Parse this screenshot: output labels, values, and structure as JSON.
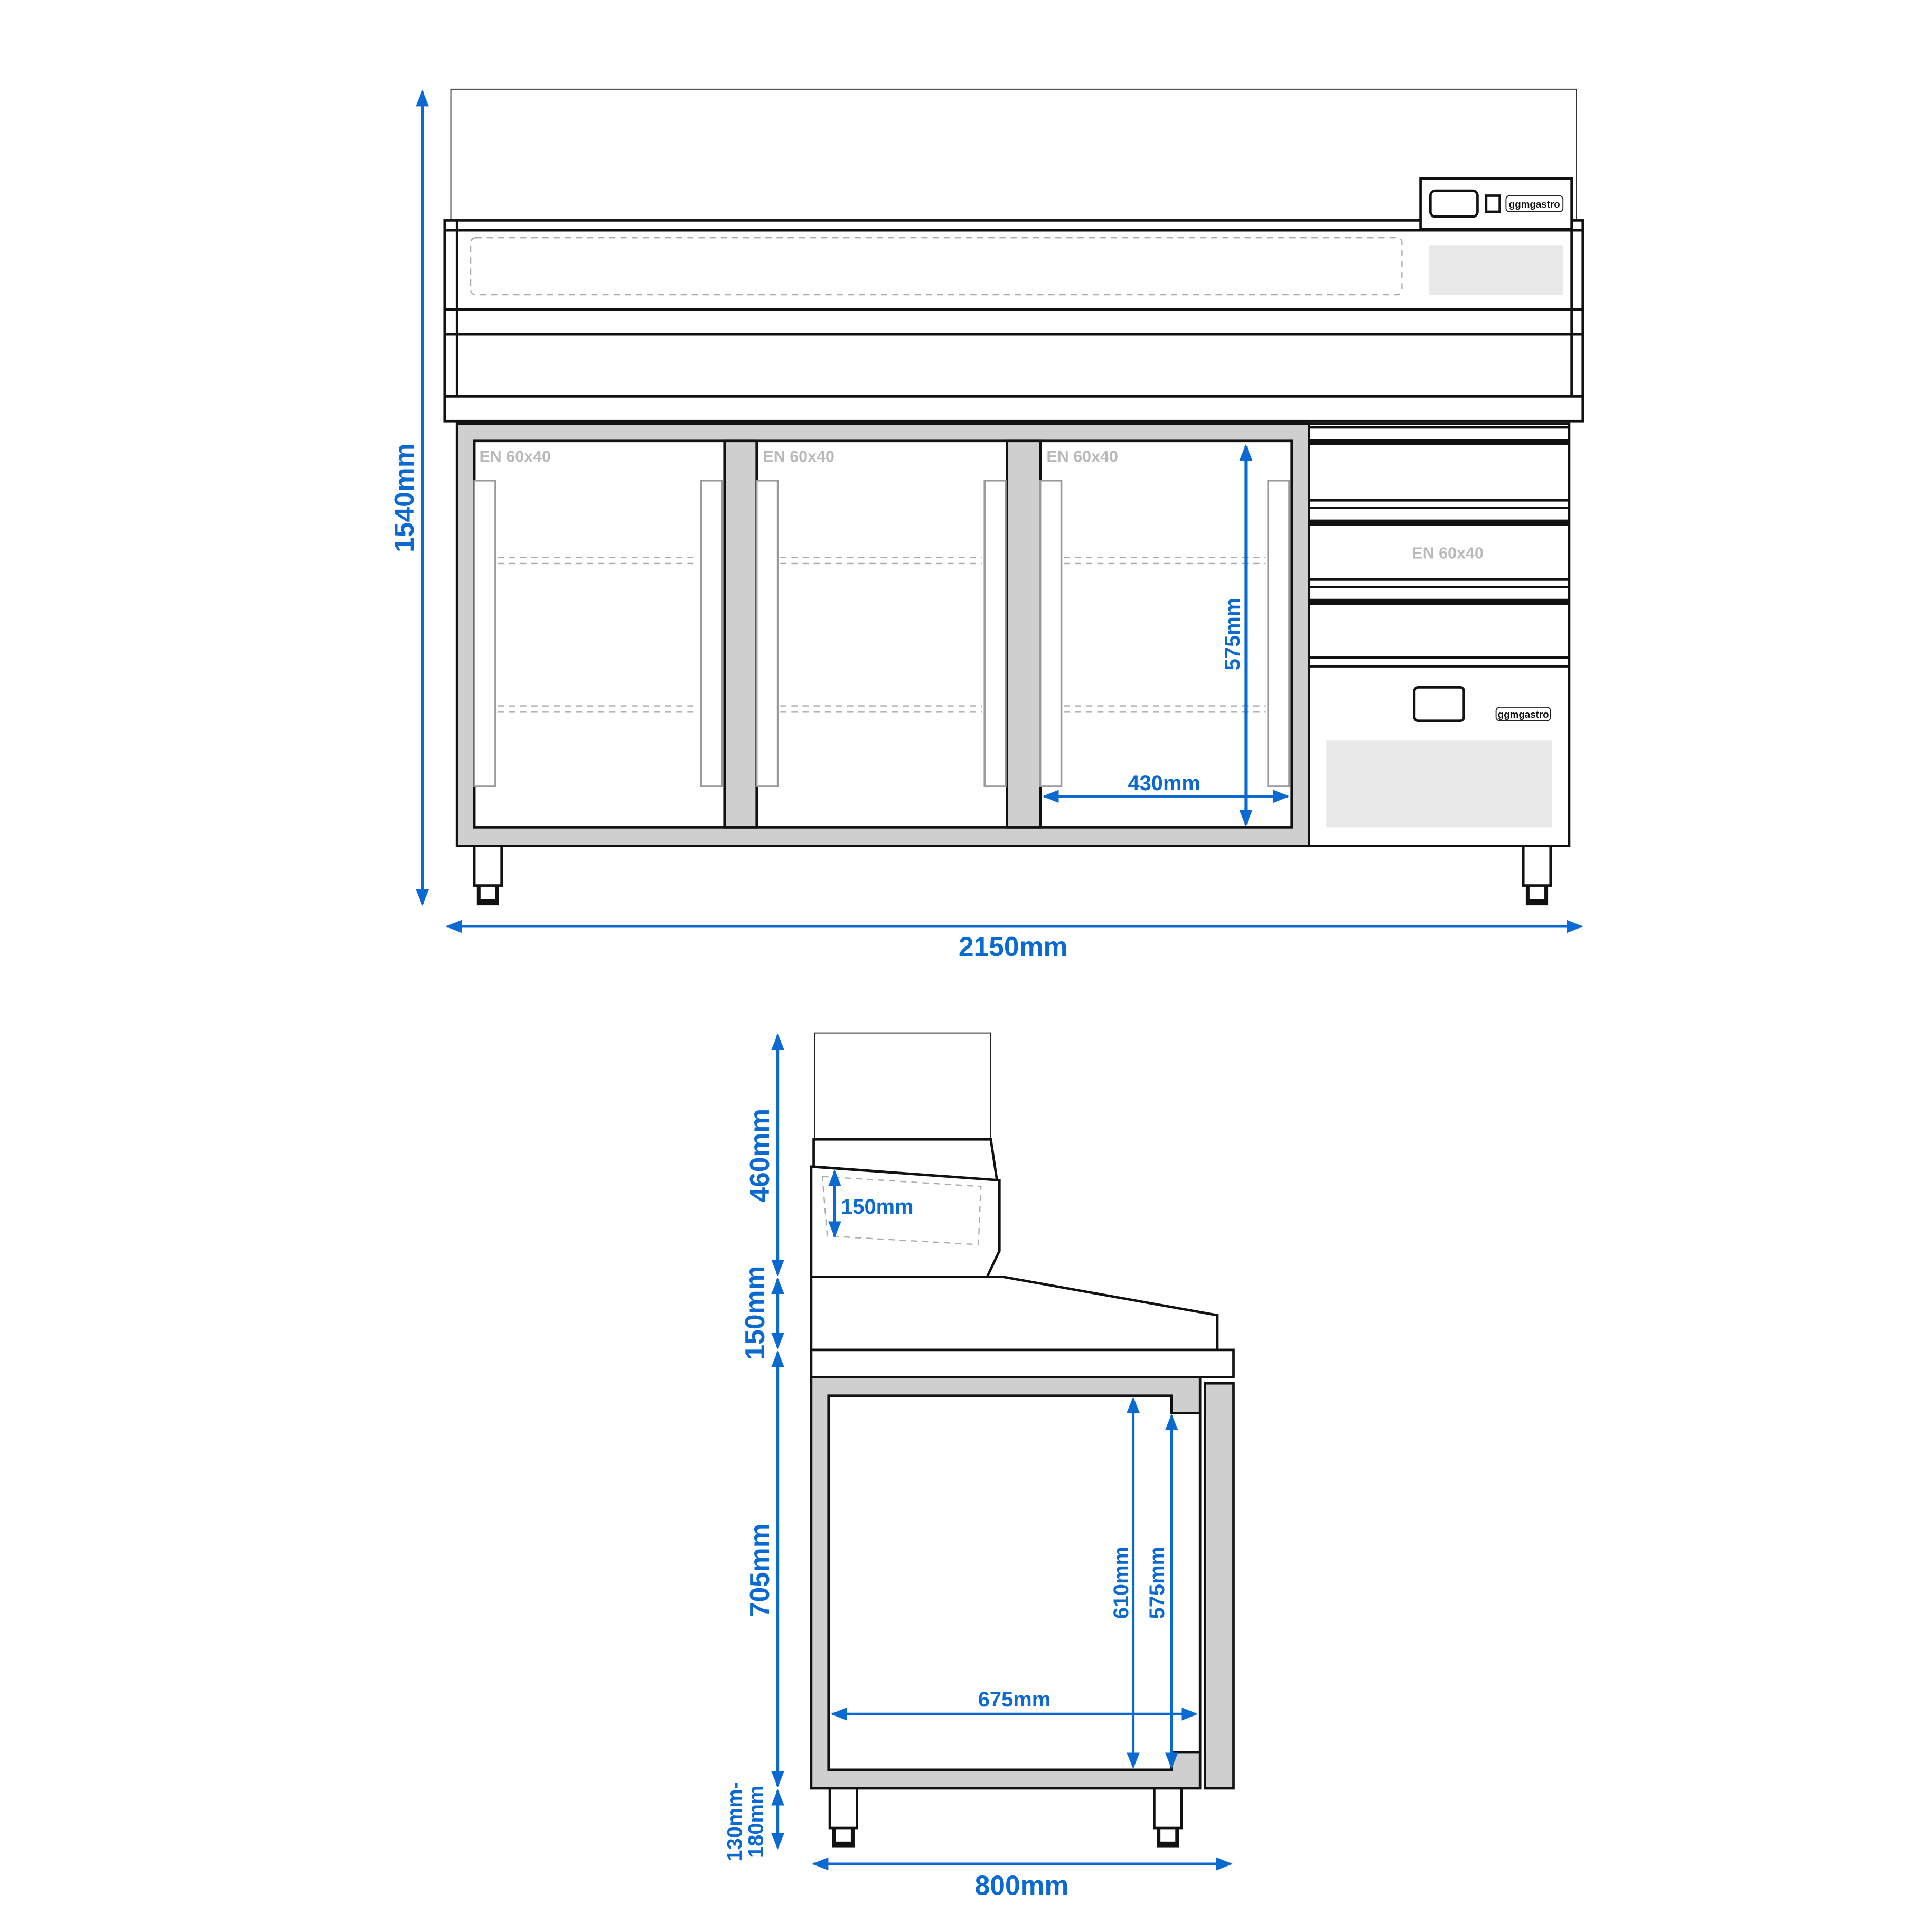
{
  "front_view": {
    "height_label": "1540mm",
    "width_label": "2150mm",
    "inner_height_label": "575mm",
    "inner_width_label": "430mm",
    "compartments": [
      "EN 60x40",
      "EN 60x40",
      "EN 60x40"
    ],
    "drawer_label": "EN 60x40",
    "brand_top": "ggmgastro",
    "brand_drawer": "ggmgastro"
  },
  "side_view": {
    "glass_height_label": "460mm",
    "pan_depth_label": "150mm",
    "counter_height_label": "150mm",
    "body_height_label": "705mm",
    "leg_height_label_line1": "130mm-",
    "leg_height_label_line2": "180mm",
    "depth_label": "800mm",
    "inner_depth_label": "675mm",
    "inner_height_label": "610mm",
    "shelf_height_label": "575mm"
  },
  "colors": {
    "dimension": "#0a6ad2",
    "panel_grey": "#cfcfcf"
  }
}
